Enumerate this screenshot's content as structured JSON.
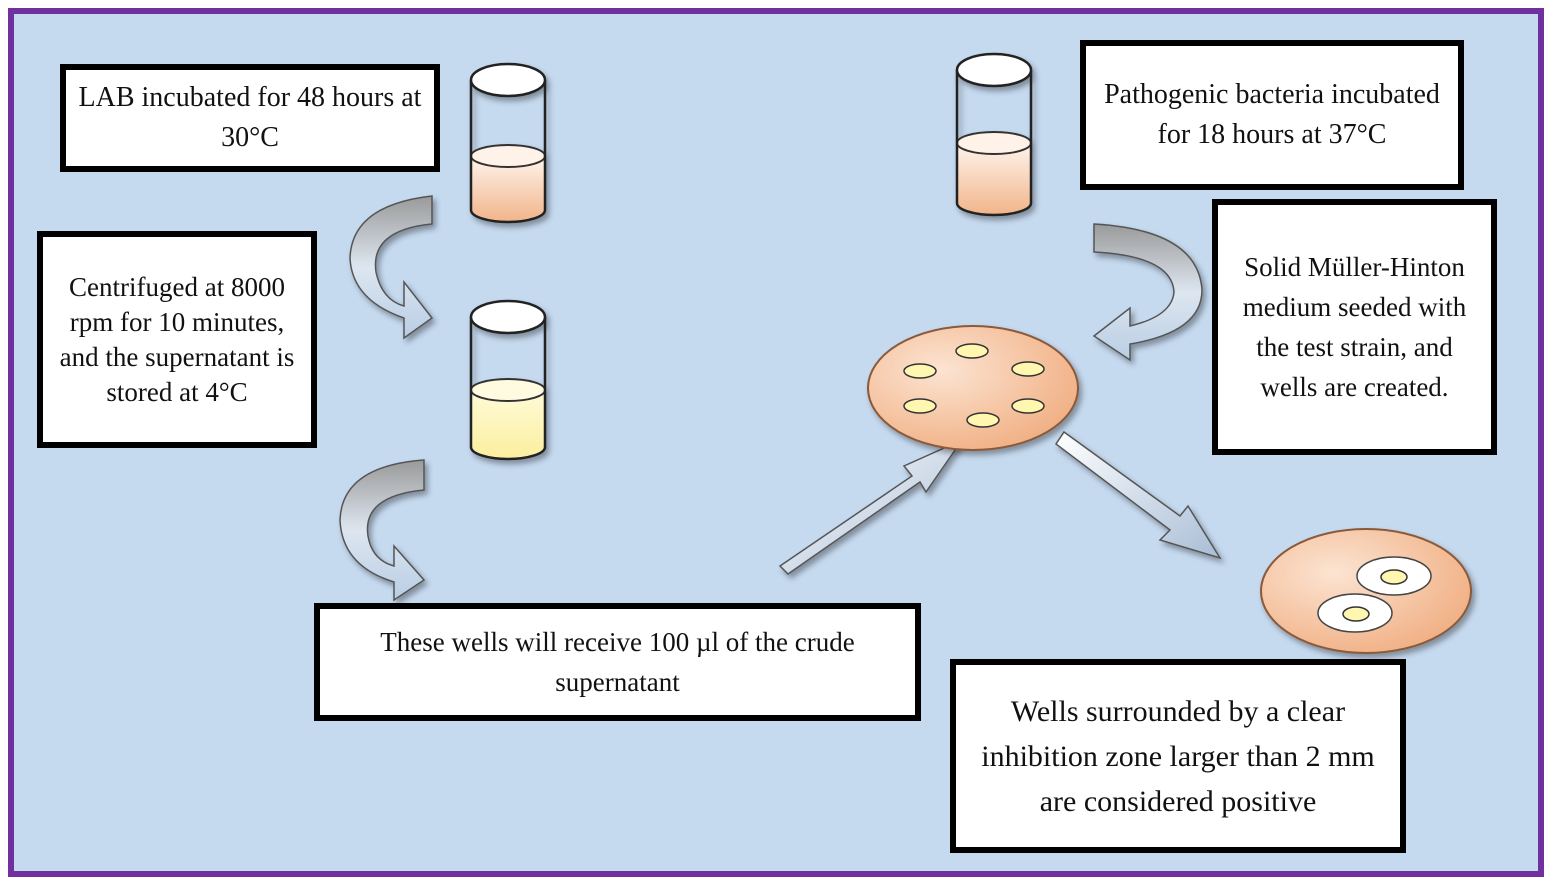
{
  "diagram": {
    "colors": {
      "frame_border": "#7030a0",
      "background": "#c5d9ef",
      "culture_orange": "#f7c9a6",
      "supernatant_yellow": "#fff6b8",
      "plate_orange": "#f6bf98",
      "well_yellow": "#fff7b0"
    },
    "steps": {
      "lab_incubation": "LAB incubated for 48 hours at 30°C",
      "centrifuge": "Centrifuged at 8000 rpm for 10 minutes, and the supernatant is stored at 4°C",
      "wells_receive": "These wells will receive 100 µl of the crude supernatant",
      "pathogen_incubation": "Pathogenic bacteria incubated for 18 hours at 37°C",
      "muller_hinton": "Solid Müller-Hinton medium seeded with the test strain, and wells are created.",
      "positive_result": "Wells surrounded by a clear inhibition zone larger than 2 mm are considered positive"
    },
    "icons": {
      "tube_lab": "test-tube-culture-icon",
      "tube_supernatant": "test-tube-supernatant-icon",
      "tube_pathogen": "test-tube-culture-icon",
      "plate_wells": "petri-dish-wells-icon",
      "plate_result": "petri-dish-inhibition-icon"
    }
  }
}
